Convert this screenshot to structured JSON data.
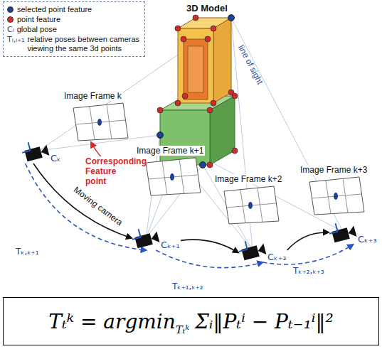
{
  "diagram": {
    "nodes": [
      {
        "text": [
          "Image Frame k"
        ]
      },
      {
        "text": [
          "Image Frame k+1"
        ]
      },
      {
        "text": [
          "Image Frame k+2"
        ]
      },
      {
        "text": [
          "Image Frame k+3"
        ]
      },
      {
        "text": [
          "Cₖ"
        ]
      },
      {
        "text": [
          "Cₖ₊₁"
        ]
      },
      {
        "text": [
          "Cₖ₊₂"
        ]
      },
      {
        "text": [
          "Cₖ₊₃"
        ]
      },
      {
        "text": [
          "Tₜᵏ = argmin",
          "Tₜᵏ",
          "Σᵢ‖Pₜⁱ − Pₜ₋₁ⁱ‖²"
        ]
      }
    ],
    "edges": [
      {
        "from": 4,
        "to": 5,
        "arrow": "to",
        "label": "Moving camera"
      },
      {
        "from": 5,
        "to": 6,
        "arrow": "to"
      },
      {
        "from": 6,
        "to": 7,
        "arrow": "to"
      },
      {
        "from": 4,
        "to": 5,
        "arrow": "to",
        "label": "Tₖ,ₖ₊₁"
      },
      {
        "from": 5,
        "to": 6,
        "arrow": "to",
        "label": "Tₖ₊₁,ₖ₊₂"
      },
      {
        "from": 6,
        "to": 7,
        "arrow": "to",
        "label": "Tₖ₊₂,ₖ₊₃"
      },
      {
        "from": 1,
        "to": 0,
        "arrow": "to",
        "label": "Corresponding Feature point"
      }
    ],
    "labels": [
      "3D Model",
      "line of sight",
      "Cᵢ",
      "Tᵢ,ᵢ₊₁"
    ],
    "legend": [
      {
        "text": "selected point feature",
        "color": "#1f3f9a"
      },
      {
        "text": "point feature",
        "color": "#d42a2a"
      },
      {
        "text": "global pose"
      },
      {
        "text": "relative poses between cameras viewing the same 3d points"
      }
    ]
  }
}
